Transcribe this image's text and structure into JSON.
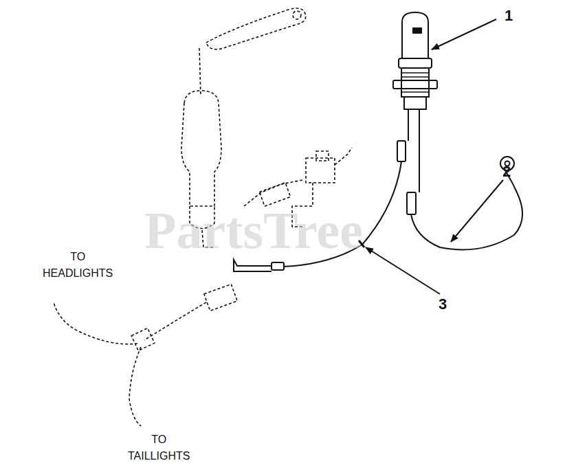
{
  "diagram": {
    "labels": [
      "1",
      "2",
      "3",
      "TO HEADLIGHTS",
      "TO TAILLIGHTS",
      "PartsTree"
    ]
  }
}
